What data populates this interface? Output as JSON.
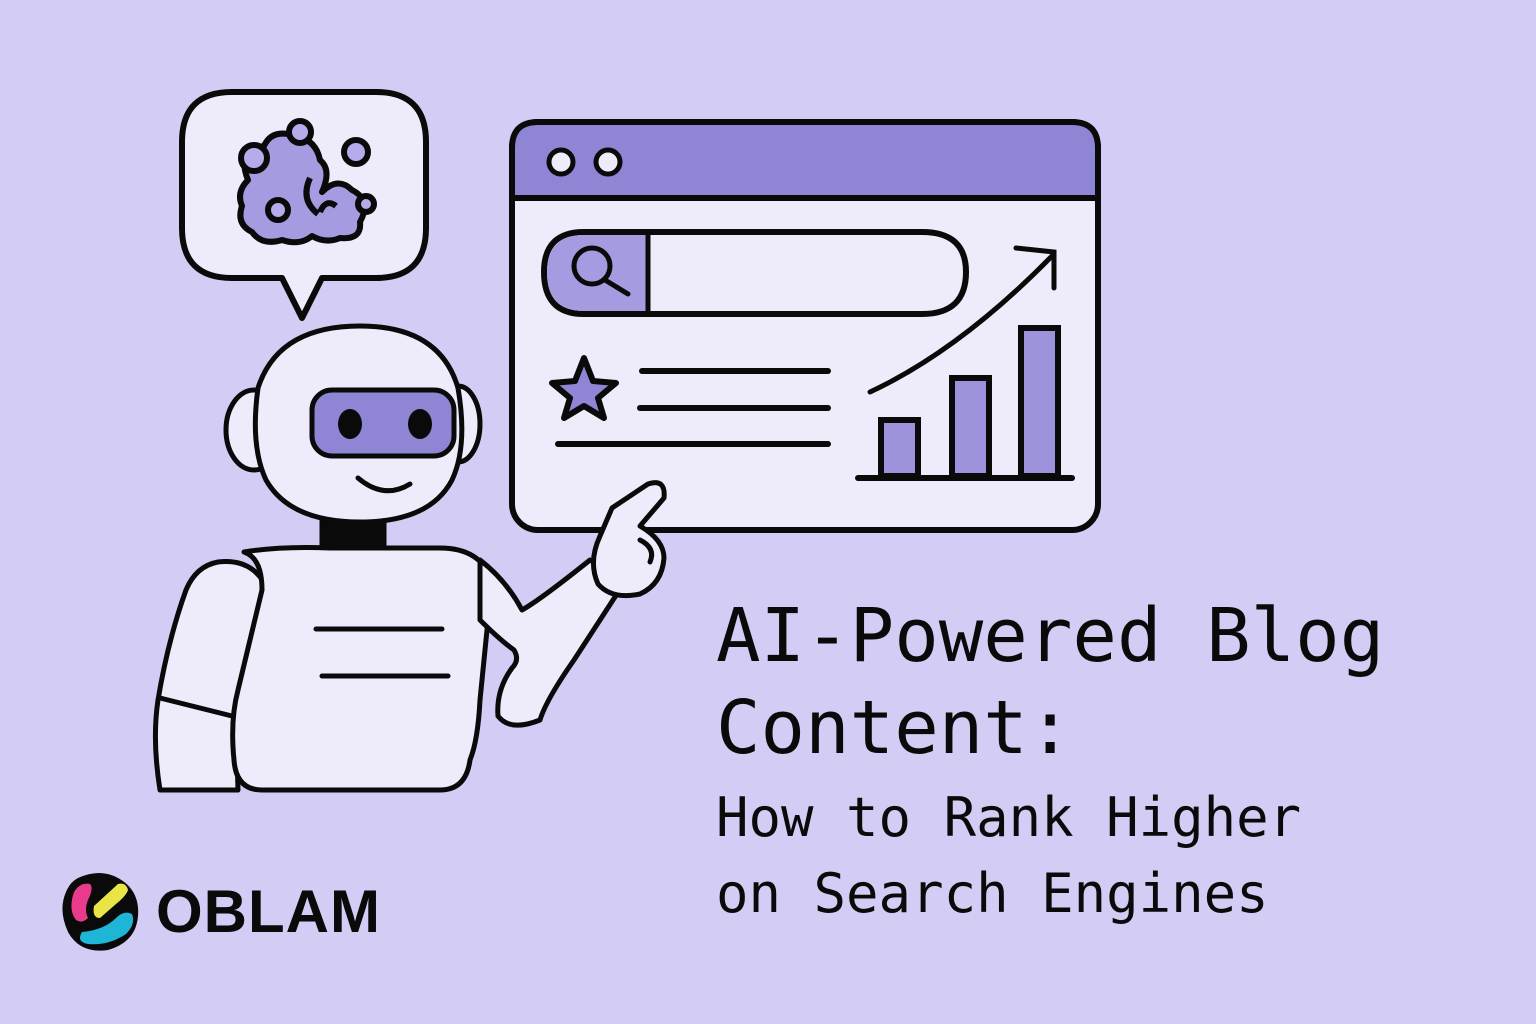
{
  "hero": {
    "title_line_1": "AI-Powered Blog",
    "title_line_2": "Content:",
    "subtitle_line_1": "How to Rank Higher",
    "subtitle_line_2": "on Search Engines"
  },
  "brand": {
    "name": "OBLAM",
    "logo_colors": {
      "pink": "#ea3a8c",
      "yellow": "#e9e547",
      "cyan": "#1fb5d6",
      "outline": "#0a0a0a"
    }
  },
  "illustration": {
    "icons": [
      "robot-character",
      "speech-bubble-icon",
      "brain-icon",
      "browser-window-icon",
      "search-icon",
      "star-icon",
      "trending-up-arrow-icon",
      "bar-chart-icon",
      "pointing-hand-icon"
    ],
    "bar_chart_relative_heights": [
      1,
      2,
      3
    ]
  },
  "colors": {
    "background": "#d3ccf4",
    "accent": "#8e85d4",
    "accent_light": "#a59be0",
    "panel": "#eeebfb",
    "outline": "#0a0a0a"
  }
}
